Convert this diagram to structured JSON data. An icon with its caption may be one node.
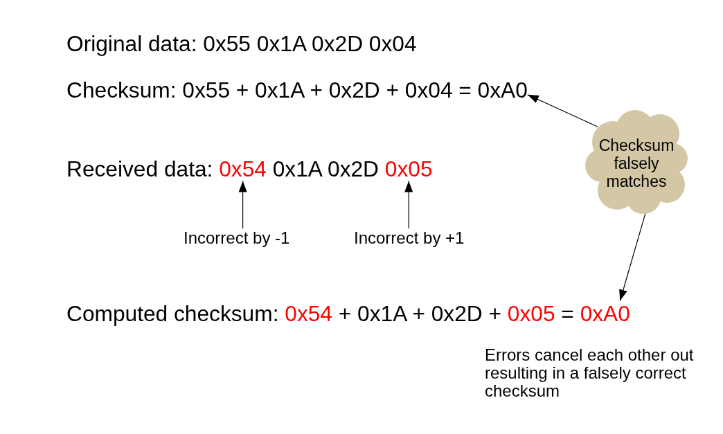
{
  "diagram": {
    "nodes": [
      {
        "text": [
          "Checksum: 0x55 + 0x1A + 0x2D + 0x04 = 0xA0"
        ]
      },
      {
        "text": [
          "Checksum falsely matches"
        ]
      },
      {
        "text": [
          "Received data:",
          "0x54",
          "0x1A 0x2D",
          "0x05"
        ]
      },
      {
        "text": [
          "Incorrect by -1"
        ]
      },
      {
        "text": [
          "Incorrect by +1"
        ]
      },
      {
        "text": [
          "Computed checksum:",
          "0x54",
          "+ 0x1A + 0x2D +",
          "0x05",
          "=",
          "0xA0"
        ]
      }
    ],
    "edges": [
      {
        "from": 1,
        "to": 0,
        "arrow": "to"
      },
      {
        "from": 3,
        "to": 2,
        "arrow": "to"
      },
      {
        "from": 4,
        "to": 2,
        "arrow": "to"
      },
      {
        "from": 1,
        "to": 5,
        "arrow": "to"
      }
    ],
    "labels": [
      "Original data: 0x55 0x1A 0x2D 0x04",
      "Errors cancel each other out resulting in a falsely correct checksum"
    ]
  }
}
